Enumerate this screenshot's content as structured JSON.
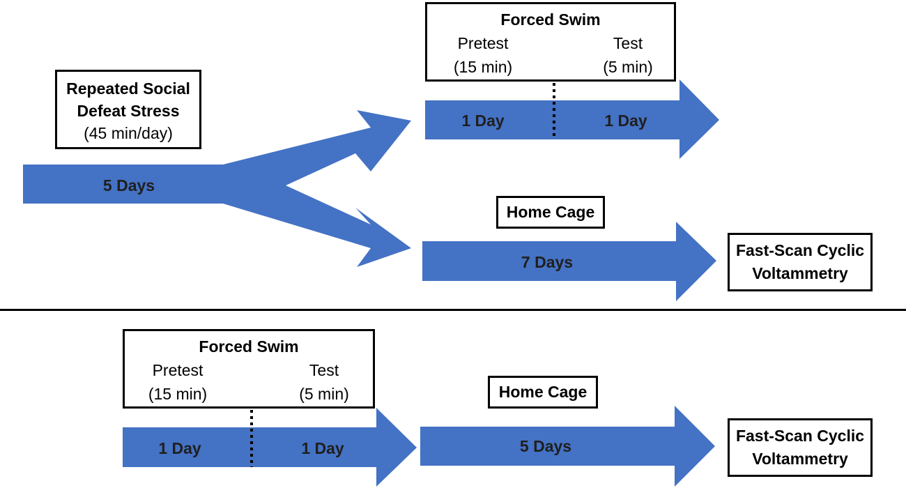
{
  "colors": {
    "arrow": "#4472C4",
    "box_border": "#000000",
    "text": "#000000"
  },
  "top_protocol": {
    "stress_box": {
      "title_line1": "Repeated Social",
      "title_line2": "Defeat Stress",
      "detail": "(45 min/day)"
    },
    "stress_arrow_label": "5 Days",
    "forced_swim_box": {
      "title": "Forced Swim",
      "pretest_label": "Pretest",
      "pretest_duration": "(15 min)",
      "test_label": "Test",
      "test_duration": "(5 min)"
    },
    "swim_arrow_labels": [
      "1 Day",
      "1 Day"
    ],
    "home_cage_box": {
      "title": "Home Cage"
    },
    "home_cage_arrow_label": "7 Days",
    "fscv_box": {
      "line1": "Fast-Scan Cyclic",
      "line2": "Voltammetry"
    }
  },
  "bottom_protocol": {
    "forced_swim_box": {
      "title": "Forced Swim",
      "pretest_label": "Pretest",
      "pretest_duration": "(15 min)",
      "test_label": "Test",
      "test_duration": "(5 min)"
    },
    "swim_arrow_labels": [
      "1 Day",
      "1 Day"
    ],
    "home_cage_box": {
      "title": "Home Cage"
    },
    "home_cage_arrow_label": "5 Days",
    "fscv_box": {
      "line1": "Fast-Scan Cyclic",
      "line2": "Voltammetry"
    }
  }
}
